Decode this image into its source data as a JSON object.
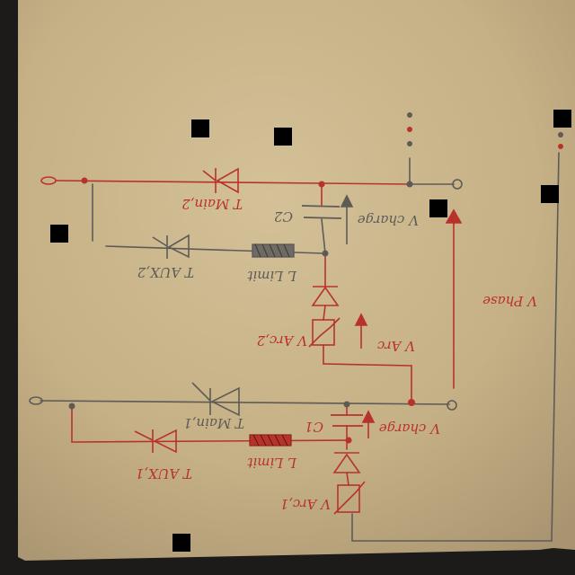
{
  "colors": {
    "background": "#1c1b1a",
    "paper": "#c9b489",
    "ink_red": "#b8322c",
    "ink_gray": "#5e5b57",
    "redaction": "#000000"
  },
  "labels": {
    "t_main_2": "T Main,2",
    "c2": "C2",
    "v_charge_top": "V charge",
    "t_aux_2": "T AUX,2",
    "l_limit_top": "L Limit",
    "v_phase": "V Phase",
    "v_arc_2": "V Arc,2",
    "v_arc_top": "V Arc",
    "t_main_1": "T Main,1",
    "c1": "C1",
    "v_charge_bottom": "V charge",
    "t_aux_1": "T AUX,1",
    "l_limit_bottom": "L Limit",
    "v_arc_1": "V Arc,1"
  },
  "icons": {
    "thyristor": "thyristor-icon",
    "capacitor": "capacitor-icon",
    "inductor": "inductor-icon",
    "diode": "diode-icon",
    "varistor": "varistor-icon",
    "terminal": "terminal-icon",
    "voltage_arrow": "arrow-up-icon"
  }
}
